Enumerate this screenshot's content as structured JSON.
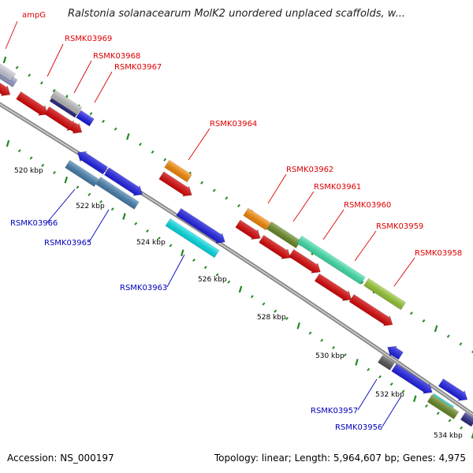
{
  "title": "Ralstonia solanacearum MolK2 unordered unplaced scaffolds, w...",
  "footer": {
    "accession": "Accession: NS_000197",
    "topology": "Topology: linear; Length: 5,964,607 bp; Genes: 4,975"
  },
  "scale_labels": [
    "520 kbp",
    "522 kbp",
    "524 kbp",
    "526 kbp",
    "528 kbp",
    "530 kbp",
    "532 kbp",
    "534 kbp"
  ],
  "genes_top": [
    "ampG",
    "RSMK03969",
    "RSMK03968",
    "RSMK03967",
    "RSMK03964",
    "RSMK03962",
    "RSMK03961",
    "RSMK03960",
    "RSMK03959",
    "RSMK03958"
  ],
  "genes_bottom": [
    "RSMK03966",
    "RSMK03965",
    "RSMK03963",
    "RSMK03957",
    "RSMK03956"
  ],
  "colors": {
    "top_label": "#dd0000",
    "bottom_label": "#0000bb",
    "backbone": "#888888",
    "tick": "#228b22"
  }
}
